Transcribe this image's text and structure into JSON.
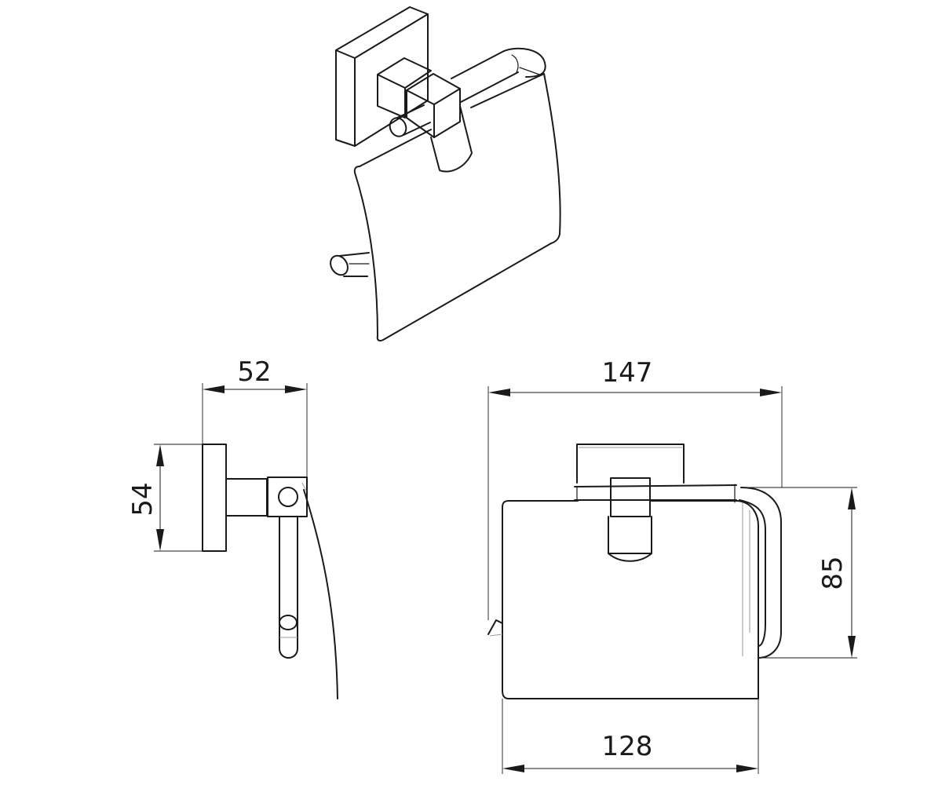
{
  "dimensions": {
    "side_width": "52",
    "side_height": "54",
    "front_overall_width": "147",
    "front_height": "85",
    "front_cover_width": "128"
  },
  "colors": {
    "line": "#1a1a1a",
    "hidden_edge": "#9a9a9a",
    "background": "#ffffff"
  }
}
